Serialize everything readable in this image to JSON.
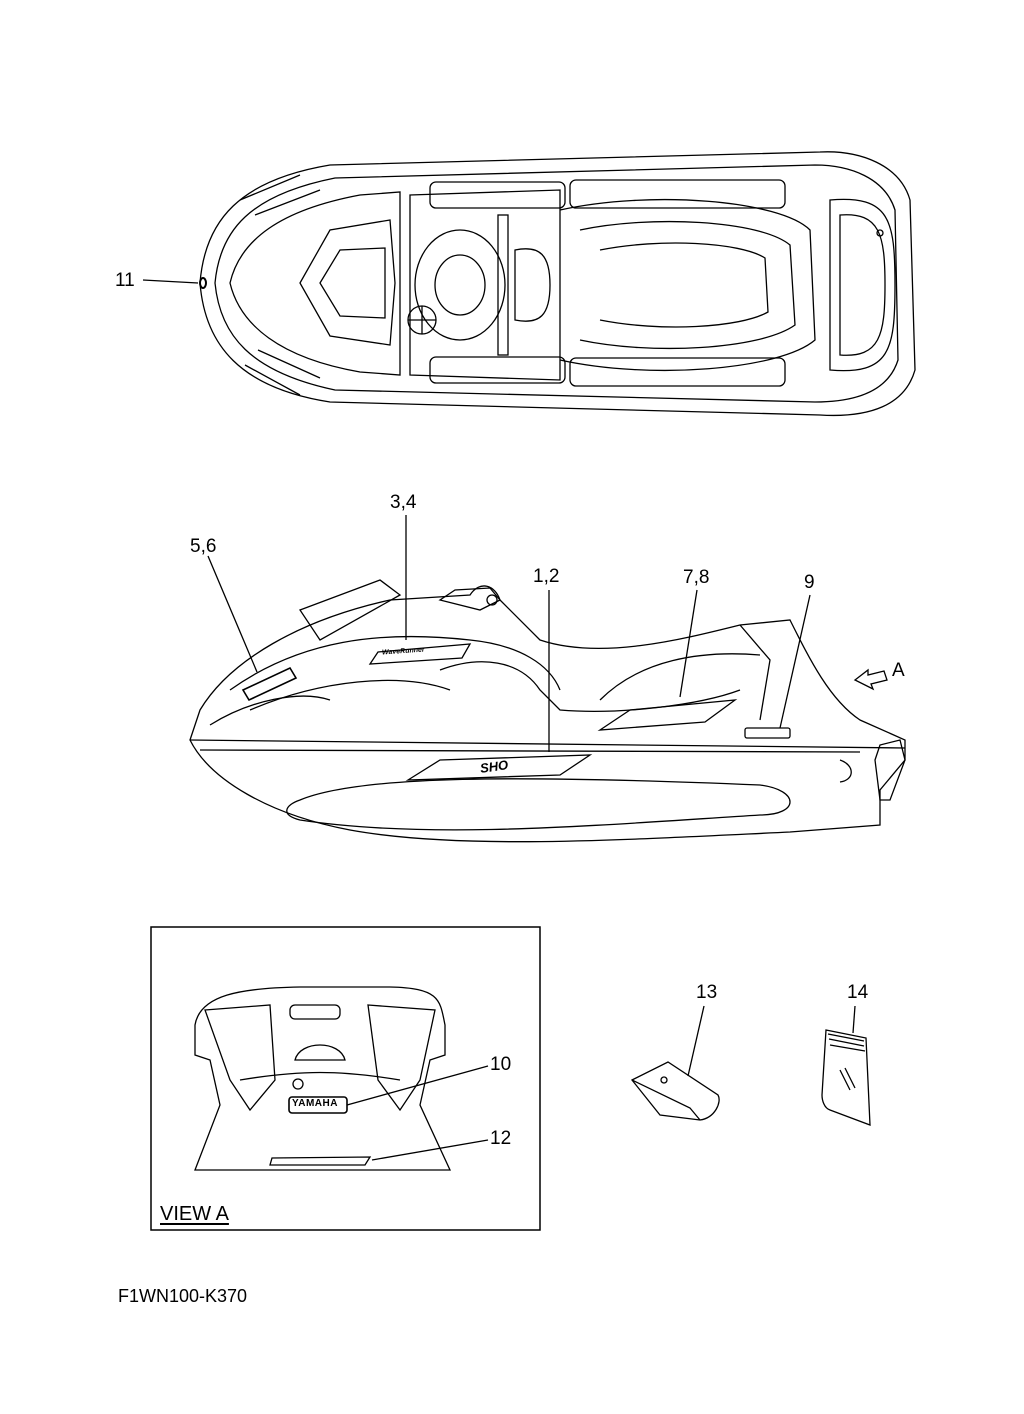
{
  "diagram": {
    "callouts": {
      "top_view": [
        {
          "id": "11"
        }
      ],
      "side_view": [
        {
          "id": "5,6"
        },
        {
          "id": "3,4"
        },
        {
          "id": "1,2"
        },
        {
          "id": "7,8"
        },
        {
          "id": "9"
        }
      ],
      "view_arrow": "A",
      "view_a": [
        {
          "id": "10"
        },
        {
          "id": "12"
        }
      ],
      "loose_parts": [
        {
          "id": "13"
        },
        {
          "id": "14"
        }
      ]
    },
    "view_a_title": "VIEW A",
    "decals": {
      "yamaha": "YAMAHA",
      "waverunner": "WaveRunner",
      "sho": "SHO"
    },
    "figure_code": "F1WN100-K370"
  }
}
